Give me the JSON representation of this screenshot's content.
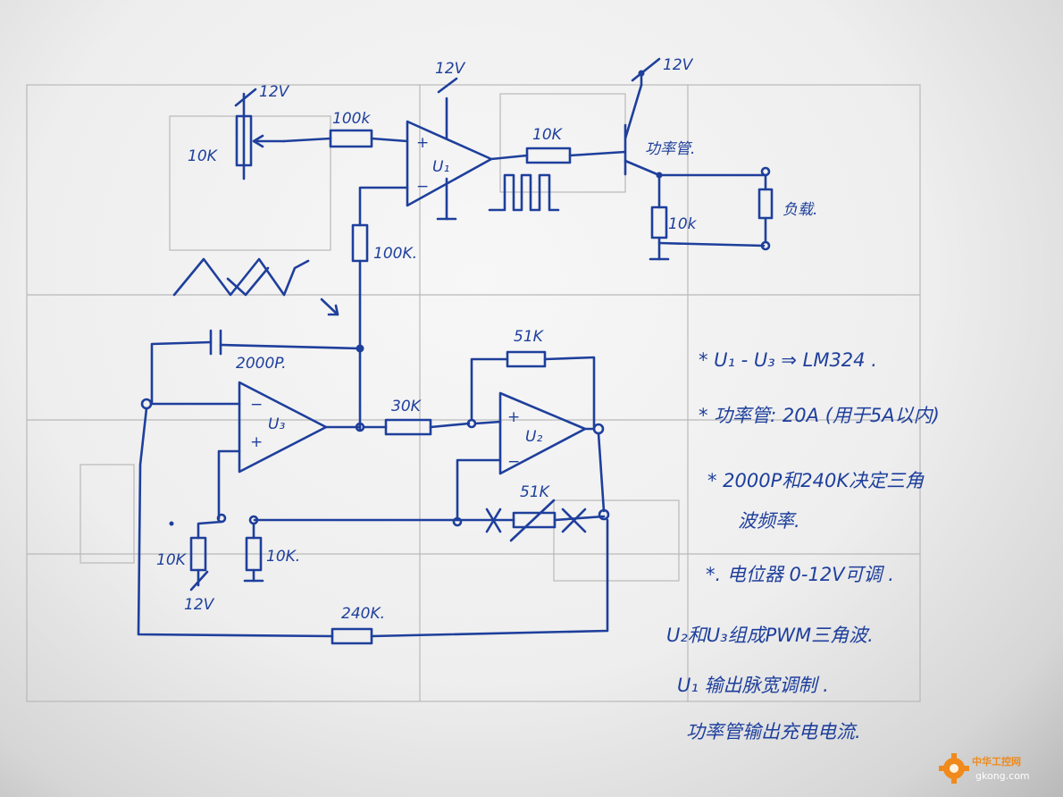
{
  "components": {
    "u1": "U₁",
    "u2": "U₂",
    "u3": "U₃",
    "plus": "+",
    "minus": "−",
    "v12_pot": "12V",
    "v12_u1": "12V",
    "v12_transistor": "12V",
    "v12_bottom": "12V",
    "r_pot": "10K",
    "r_u1_input": "100k",
    "r_u1_output": "10K",
    "transistor_label": "功率管.",
    "load_label": "负载.",
    "r_emitter": "10k",
    "r_feedback": "100K.",
    "cap_label": "2000P.",
    "r_51k_top": "51K",
    "r_30k": "30K",
    "r_51k_bottom": "51K",
    "r_10k_left": "10K",
    "r_10k_right": "10K.",
    "r_240k": "240K."
  },
  "notes": [
    "*  U₁ - U₃ ⇒ LM324 .",
    "*  功率管:  20A (用于5A以内)",
    "*  2000P和240K决定三角",
    "波频率.",
    "*.  电位器  0-12V可调 .",
    "U₂和U₃组成PWM三角波.",
    "U₁ 输出脉宽调制 .",
    "功率管输出充电电流."
  ],
  "watermark": {
    "site_cn": "中华工控网",
    "site_url": "gkong.com"
  },
  "colors": {
    "ink": "#1e3f9c",
    "paper": "#eeeeee",
    "watermark_orange": "#f08a1c"
  }
}
